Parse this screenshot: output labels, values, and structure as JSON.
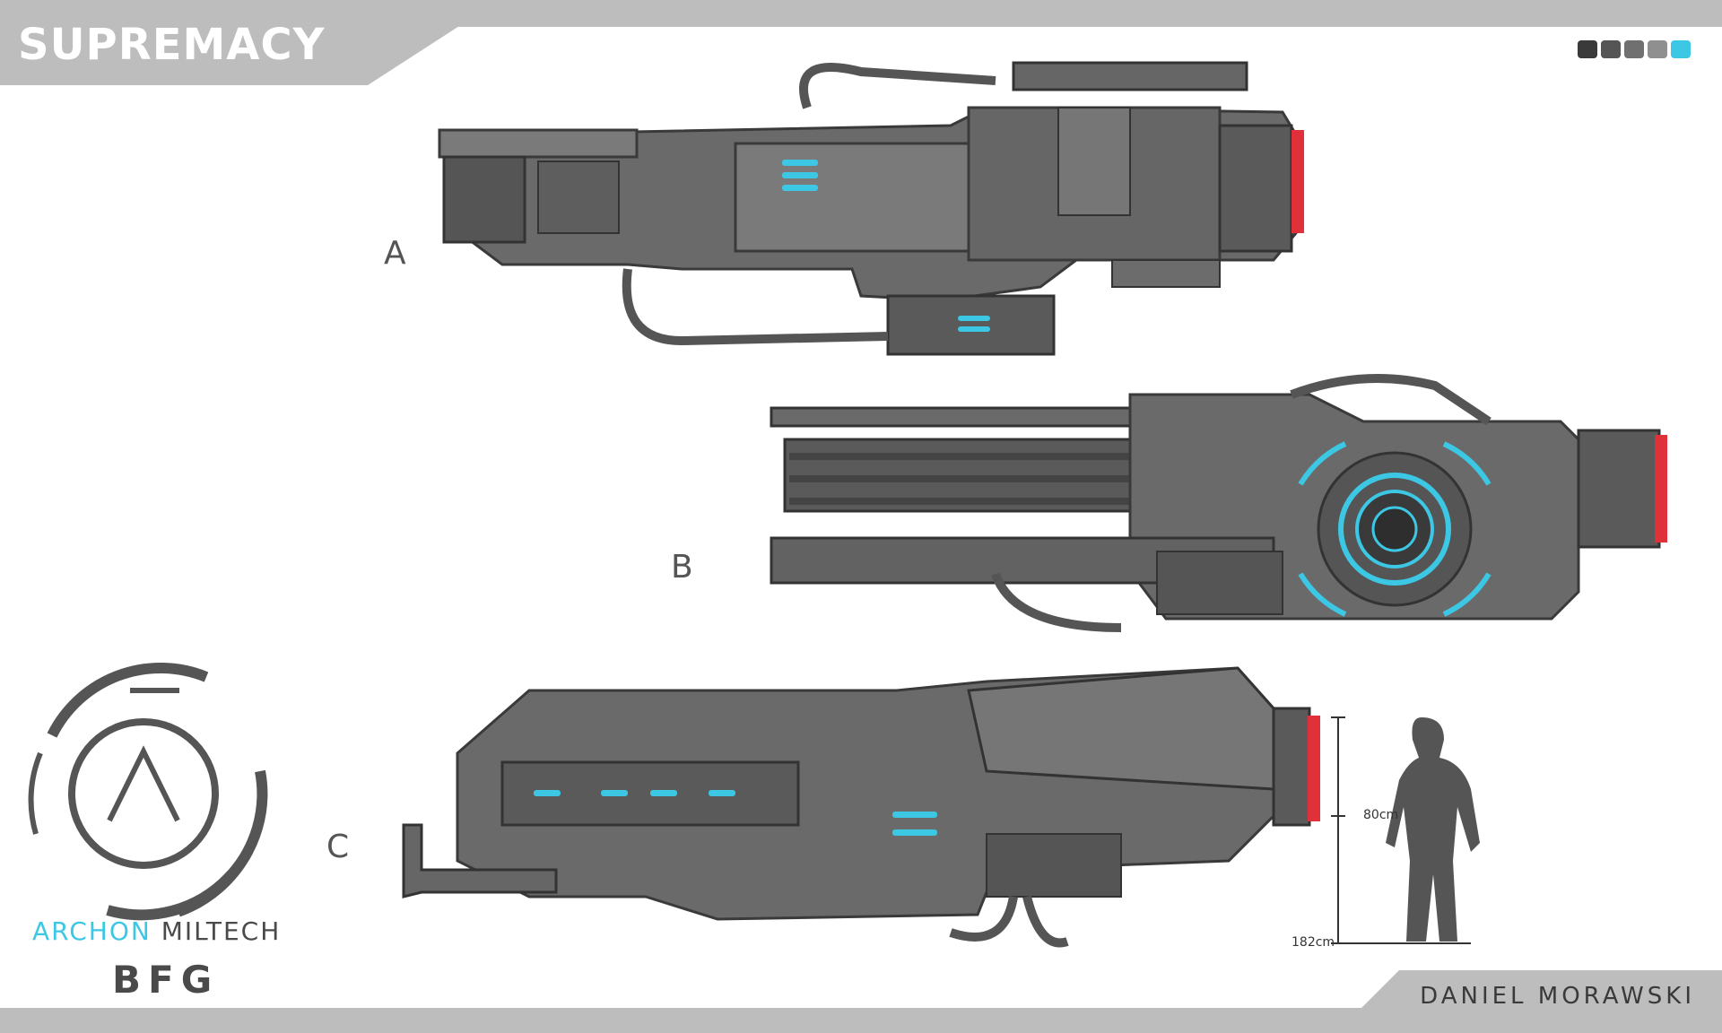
{
  "header": {
    "title": "SUPREMACY"
  },
  "palette": [
    "#3a3a3a",
    "#555555",
    "#707070",
    "#8f8f8f",
    "#3cc8e4"
  ],
  "views": [
    {
      "label": "A"
    },
    {
      "label": "B"
    },
    {
      "label": "C"
    }
  ],
  "brand": {
    "primary": "ARCHON",
    "secondary": "MILTECH",
    "product": "BFG"
  },
  "scale": {
    "mid_label": "80cm",
    "total_label": "182cm"
  },
  "footer": {
    "author": "DANIEL MORAWSKI"
  },
  "colors": {
    "accent": "#3cc8e4",
    "warning": "#e0303a",
    "metal": "#6a6a6a",
    "dark": "#444444"
  }
}
